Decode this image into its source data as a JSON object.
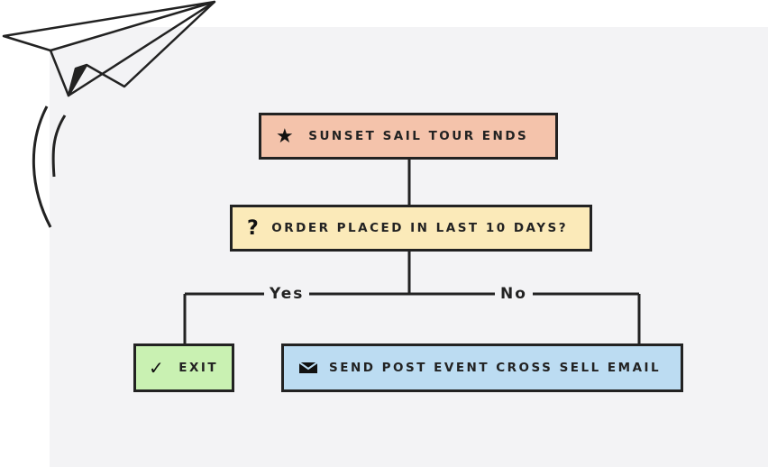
{
  "nodes": {
    "start": {
      "label": "SUNSET SAIL TOUR ENDS",
      "icon": "star-icon",
      "color": "#f4c3ab"
    },
    "question": {
      "label": "ORDER PLACED IN LAST 10 DAYS?",
      "icon": "question-icon",
      "color": "#fbeab9"
    },
    "exit": {
      "label": "EXIT",
      "icon": "checkmark-icon",
      "color": "#c9f1b2"
    },
    "email": {
      "label": "SEND POST EVENT CROSS SELL EMAIL",
      "icon": "envelope-icon",
      "color": "#bcdcf2"
    }
  },
  "branches": {
    "yes": "Yes",
    "no": "No"
  },
  "decorations": {
    "corner": "paper-plane-icon"
  }
}
